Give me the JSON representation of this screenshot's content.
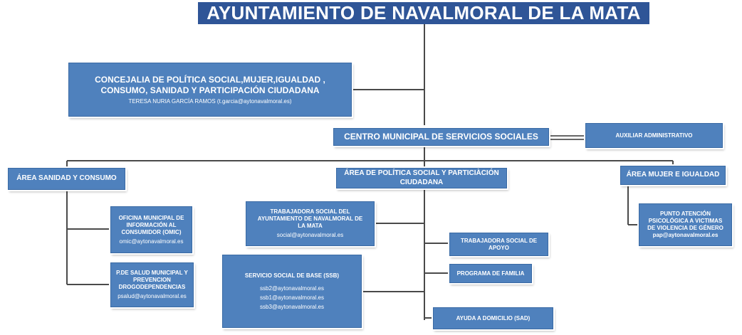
{
  "title": "AYUNTAMIENTO DE NAVALMORAL DE LA MATA",
  "concejalia": {
    "line1": "CONCEJALIA DE POLÍTICA SOCIAL,MUJER,IGUALDAD ,",
    "line2": "CONSUMO, SANIDAD Y PARTICIPACIÓN CIUDADANA",
    "contact": "TERESA NURIA GARCÍA RAMOS  (t.garcia@aytonavalmoral.es)"
  },
  "centro": "CENTRO MUNICIPAL DE SERVICIOS SOCIALES",
  "auxiliar": "AUXILIAR ADMINISTRATIVO",
  "areas": {
    "sanidad": "ÁREA SANIDAD Y CONSUMO",
    "politica": {
      "line1": "ÁREA DE POLÍTICA SOCIAL Y PARTICIÀCIÓN",
      "line2": "CIUDADANA"
    },
    "mujer": "ÁREA MUJER  E IGUALDAD"
  },
  "omic": {
    "line1": "OFICINA MUNICIPAL DE",
    "line2": "INFORMACIÓN AL",
    "line3": "CONSUMIDOR (OMIC)",
    "email": "omic@aytonavalmoral.es"
  },
  "psalud": {
    "line1": "P.DE SALUD MUNICIPAL Y",
    "line2": "PREVENCION",
    "line3": "DROGODEPENDENCIAS",
    "email": "psalud@aytonavalmoral.es"
  },
  "trabajadora": {
    "line1": "TRABAJADORA SOCIAL DEL",
    "line2": "AYUNTAMIENTO DE NAVALMORAL DE",
    "line3": "LA MATA",
    "email": "social@aytonavalmoral.es"
  },
  "ssb": {
    "title": "SERVICIO SOCIAL DE BASE (SSB)",
    "email1": "ssb2@aytonavalmoral.es",
    "email2": "ssb1@aytonavalmoral.es",
    "email3": "ssb3@aytonavalmoral.es"
  },
  "apoyo": {
    "line1": "TRABAJADORA SOCIAL DE",
    "line2": "APOYO"
  },
  "familia": "PROGRAMA DE FAMILIA",
  "sad": "AYUDA A DOMICILIO (SAD)",
  "pap": {
    "line1": "PUNTO ATENCIÓN",
    "line2": "PSICOLÓGICA A VICTIMAS",
    "line3": "DE VIOLENCIA DE GÉNERO",
    "email": "pap@aytonavalmoral.es"
  }
}
